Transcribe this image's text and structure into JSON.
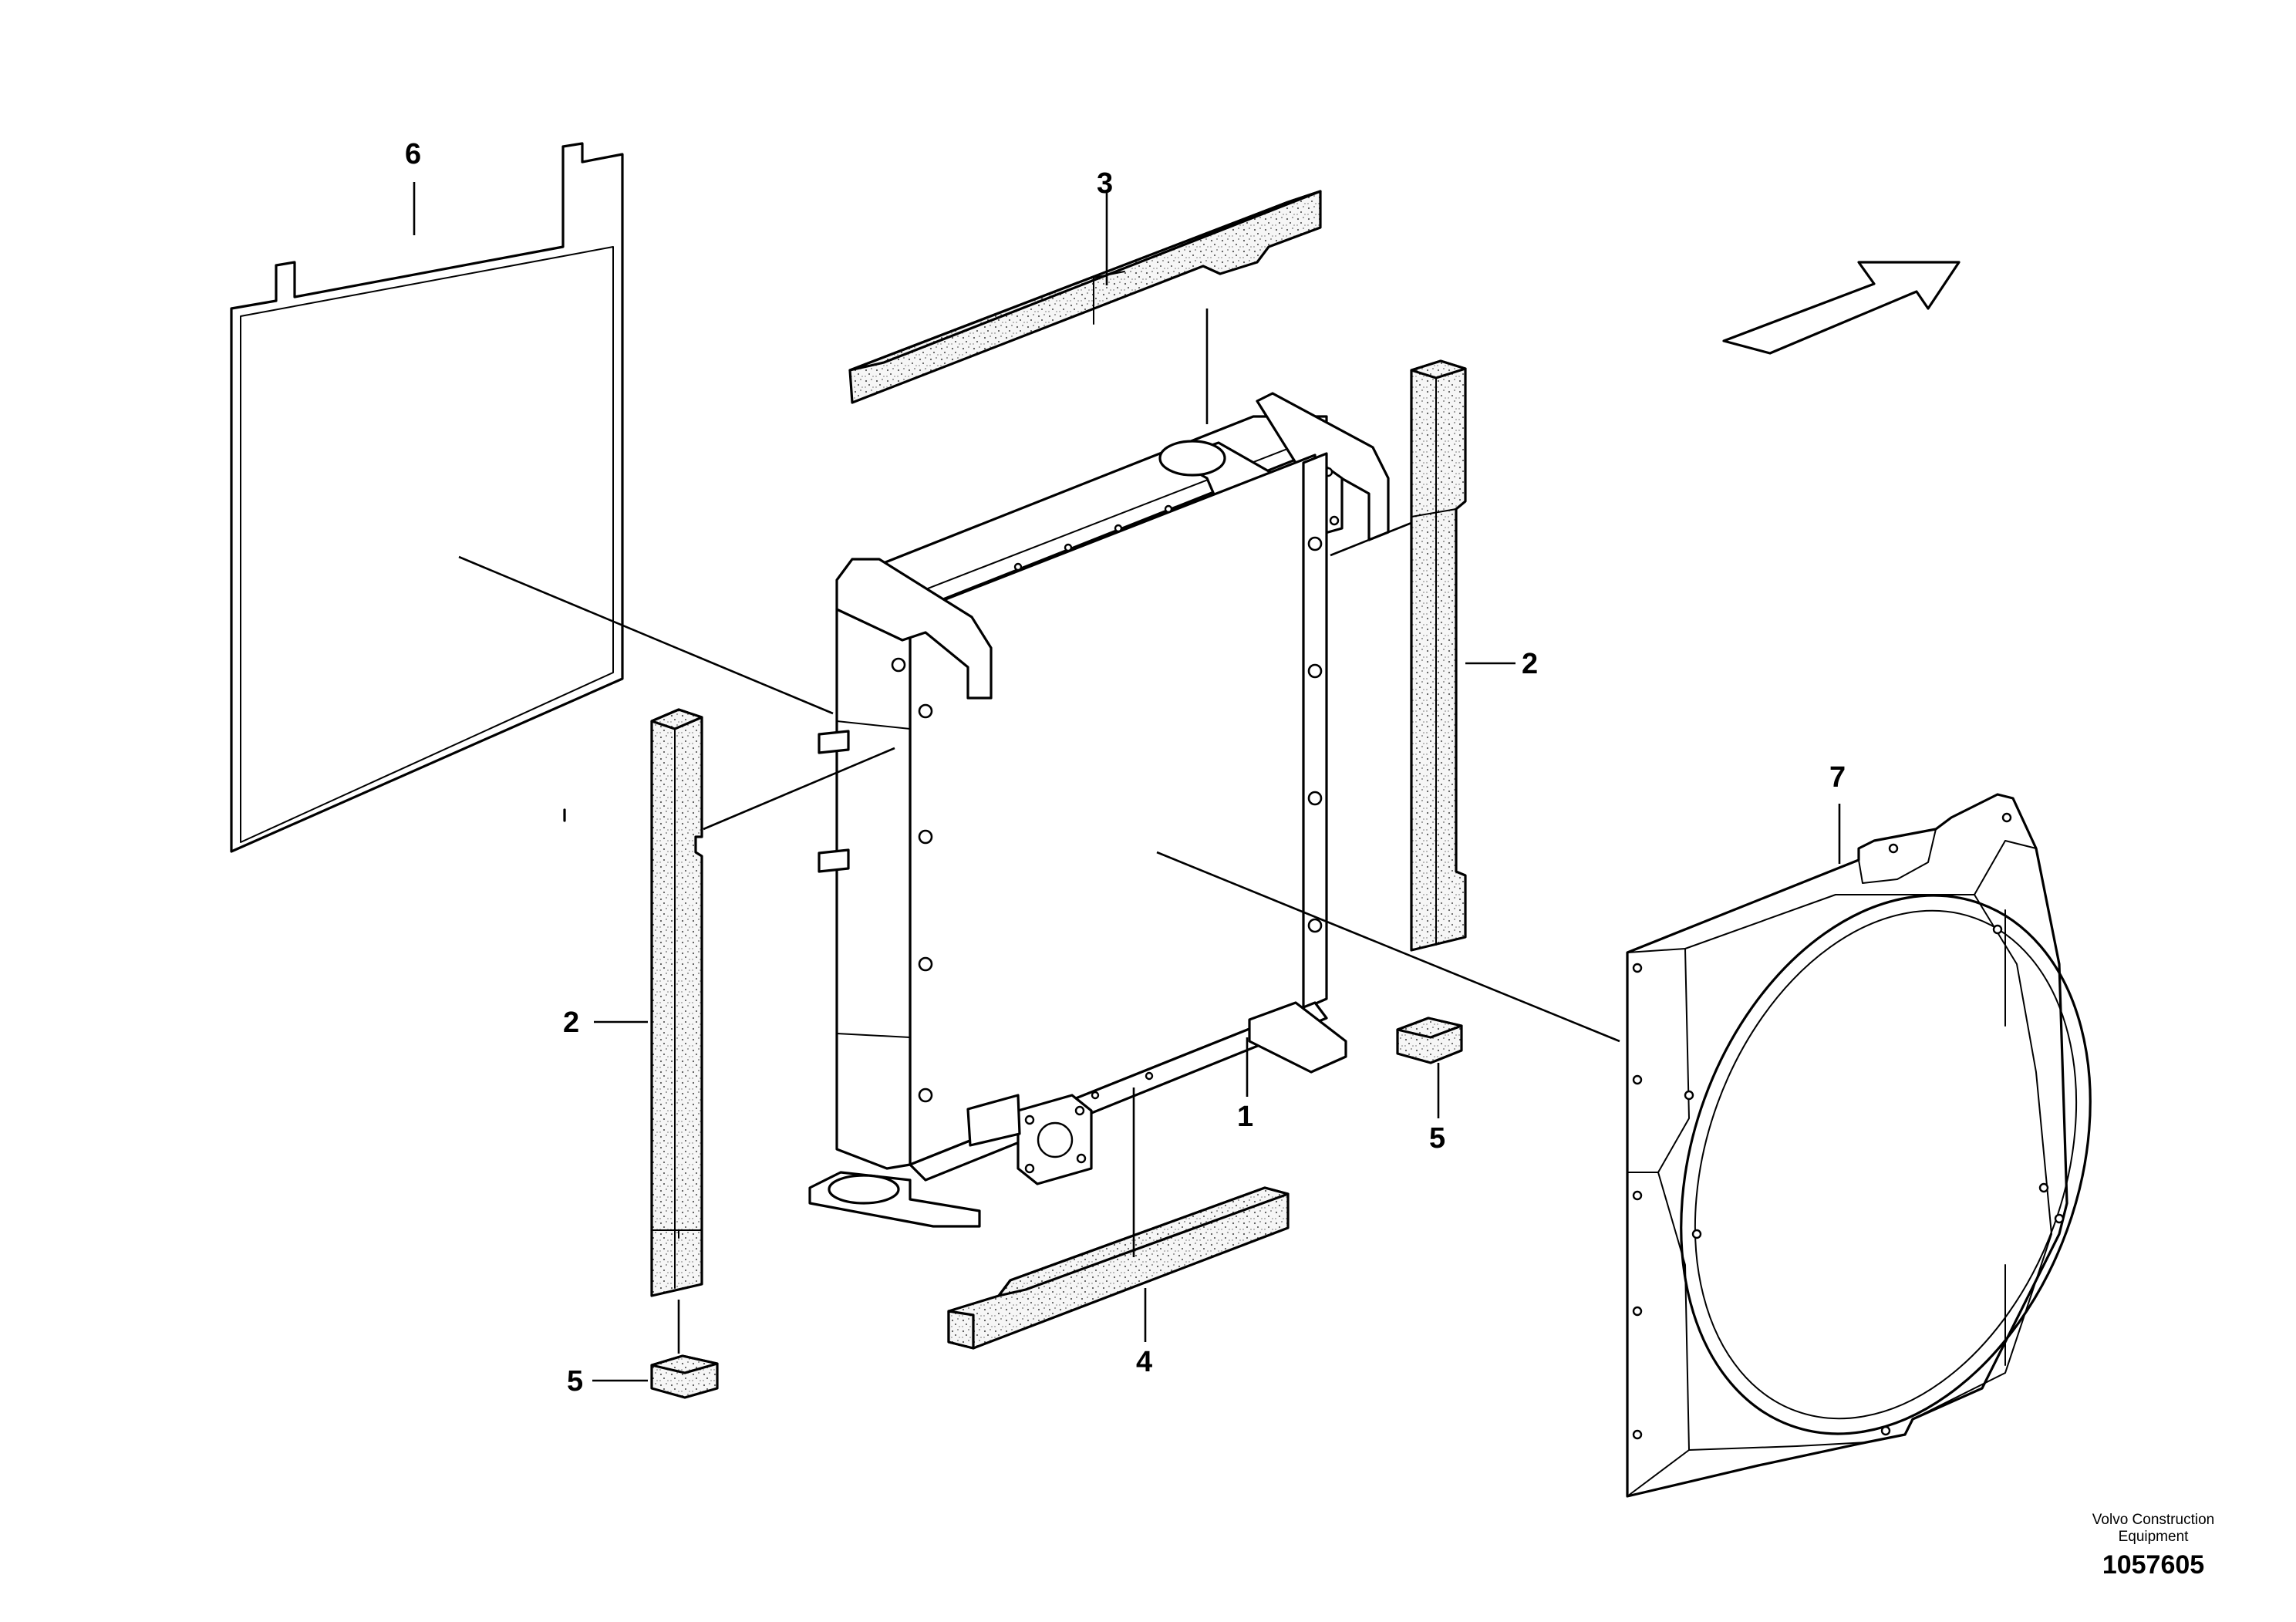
{
  "callouts": [
    {
      "id": "c1",
      "text": "1"
    },
    {
      "id": "c2a",
      "text": "2"
    },
    {
      "id": "c2b",
      "text": "2"
    },
    {
      "id": "c3",
      "text": "3"
    },
    {
      "id": "c4",
      "text": "4"
    },
    {
      "id": "c5a",
      "text": "5"
    },
    {
      "id": "c5b",
      "text": "5"
    },
    {
      "id": "c6",
      "text": "6"
    },
    {
      "id": "c7",
      "text": "7"
    }
  ],
  "watermark": {
    "company": "Volvo Construction Equipment",
    "drawing_number": "1057605"
  },
  "icons": {
    "direction": "arrow-up-right-icon"
  }
}
